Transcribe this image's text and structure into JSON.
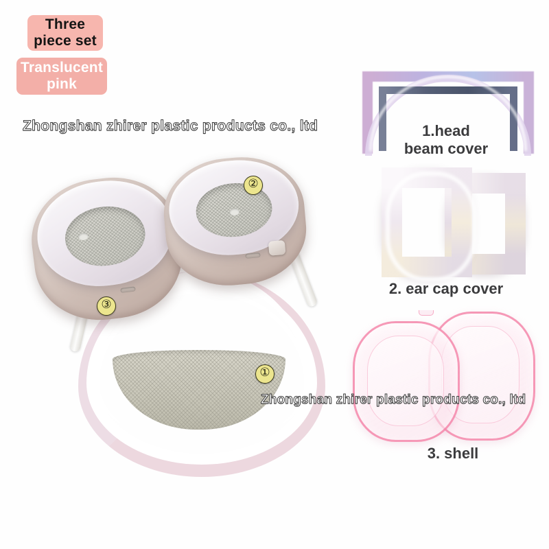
{
  "background_color": "#ffffff",
  "badges": [
    {
      "id": "three-piece-set",
      "text": "Three\npiece set",
      "bg": "#f7b6ae",
      "color": "#141414"
    },
    {
      "id": "translucent-pink",
      "text": "Translucent\npink",
      "bg": "#f3afa8",
      "color": "#ffffff"
    }
  ],
  "watermarks": {
    "top": "Zhongshan zhirer plastic products co., ltd",
    "bottom": "Zhongshan zhirer plastic products co., ltd",
    "color": "#ffffff",
    "outline_color": "#3a3a3a"
  },
  "callouts": [
    {
      "id": "callout-1",
      "number": "①",
      "target": "head beam cover on headband"
    },
    {
      "id": "callout-2",
      "number": "②",
      "target": "ear cap cover on right ear cup"
    },
    {
      "id": "callout-3",
      "number": "③",
      "target": "shell on left ear cup"
    }
  ],
  "callout_style": {
    "bg": "#ece58e",
    "border": "#3b3a1e",
    "text": "#232312"
  },
  "items": [
    {
      "index": "1",
      "label": "1.head\nbeam cover",
      "name": "head-beam-cover",
      "color_note": "lavender-pink translucent arc with dark mesh strip"
    },
    {
      "index": "2",
      "label": "2. ear cap cover",
      "name": "ear-cap-cover",
      "color_note": "pearl white translucent oval rings, pair"
    },
    {
      "index": "3",
      "label": "3. shell",
      "name": "shell",
      "color_note": "translucent clear with bright pink rim, pair"
    }
  ],
  "item_label_color": "#3b3b3d",
  "product": {
    "name": "headphones",
    "description": "over-ear headphones with rose-gold ear cups, white cushions, mesh headband canopy"
  }
}
